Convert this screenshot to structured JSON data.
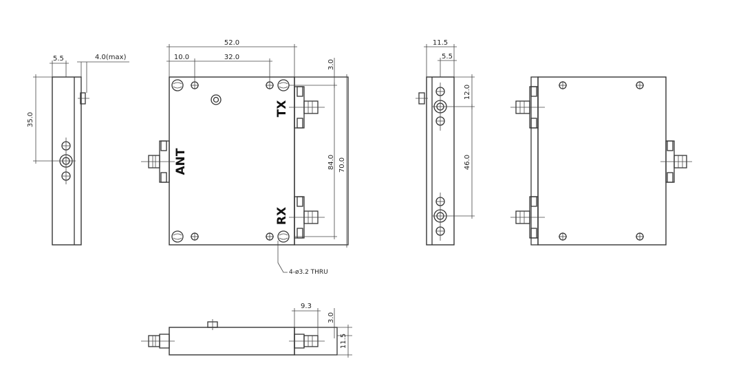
{
  "labels": {
    "tx": "TX",
    "rx": "RX",
    "ant": "ANT"
  },
  "note": "4-ø3.2 THRU",
  "dimensions": {
    "side_left": {
      "width_top": "5.5",
      "max_protrusion": "4.0(max)",
      "height_to_port": "35.0"
    },
    "front": {
      "overall_width": "52.0",
      "hole_offset": "10.0",
      "hole_spacing": "32.0",
      "top_offset": "3.0",
      "port_spacing": "84.0",
      "height": "70.0"
    },
    "side_right": {
      "overall_depth": "11.5",
      "offset": "5.5",
      "top_to_tx": "12.0",
      "tx_to_rx": "46.0"
    },
    "bottom": {
      "connector_offset": "9.3",
      "top_offset": "3.0",
      "depth": "11.5"
    }
  },
  "colors": {
    "line": "#333333",
    "background": "#ffffff"
  }
}
